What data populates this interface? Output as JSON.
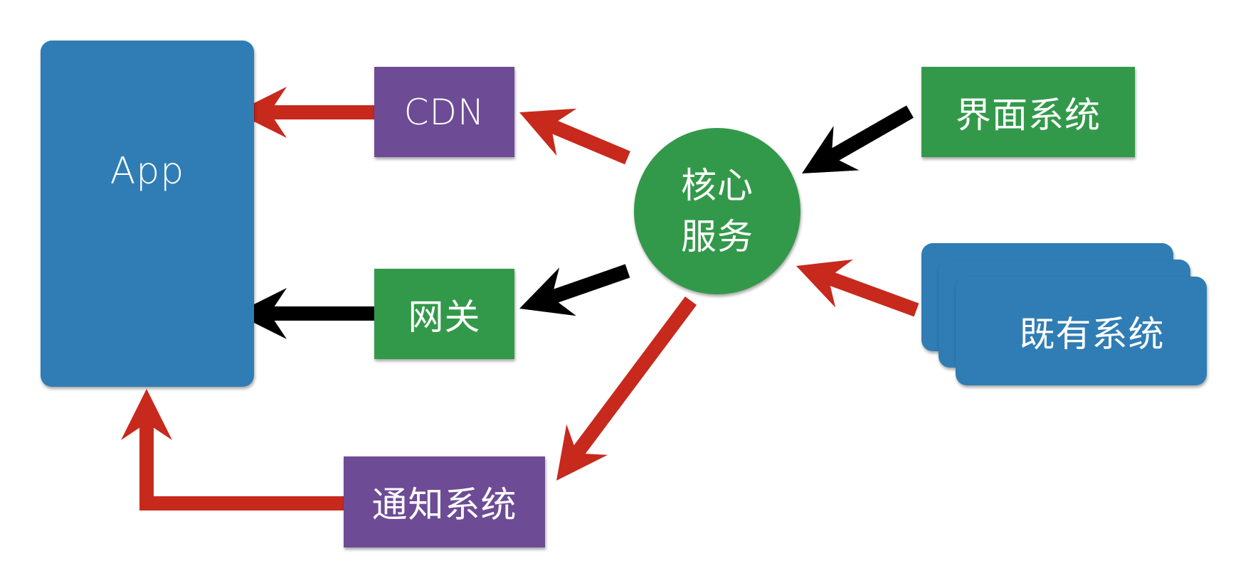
{
  "colors": {
    "blue": "#2f7db4",
    "purple": "#6d4b95",
    "green": "#33994a",
    "red": "#c7291d",
    "black": "#000000"
  },
  "nodes": {
    "app": "App",
    "cdn": "CDN",
    "gateway": "网关",
    "core_line1": "核心",
    "core_line2": "服务",
    "ui_system": "界面系统",
    "legacy_system": "既有系统",
    "notify_system": "通知系统"
  },
  "edges": [
    {
      "from": "cdn",
      "to": "app",
      "color": "red"
    },
    {
      "from": "gateway",
      "to": "app",
      "color": "black"
    },
    {
      "from": "core",
      "to": "cdn",
      "color": "red"
    },
    {
      "from": "core",
      "to": "gateway",
      "color": "black"
    },
    {
      "from": "ui_system",
      "to": "core",
      "color": "black"
    },
    {
      "from": "legacy_system",
      "to": "core",
      "color": "red"
    },
    {
      "from": "core",
      "to": "notify_system",
      "color": "red"
    },
    {
      "from": "notify_system",
      "to": "app",
      "color": "red"
    }
  ]
}
